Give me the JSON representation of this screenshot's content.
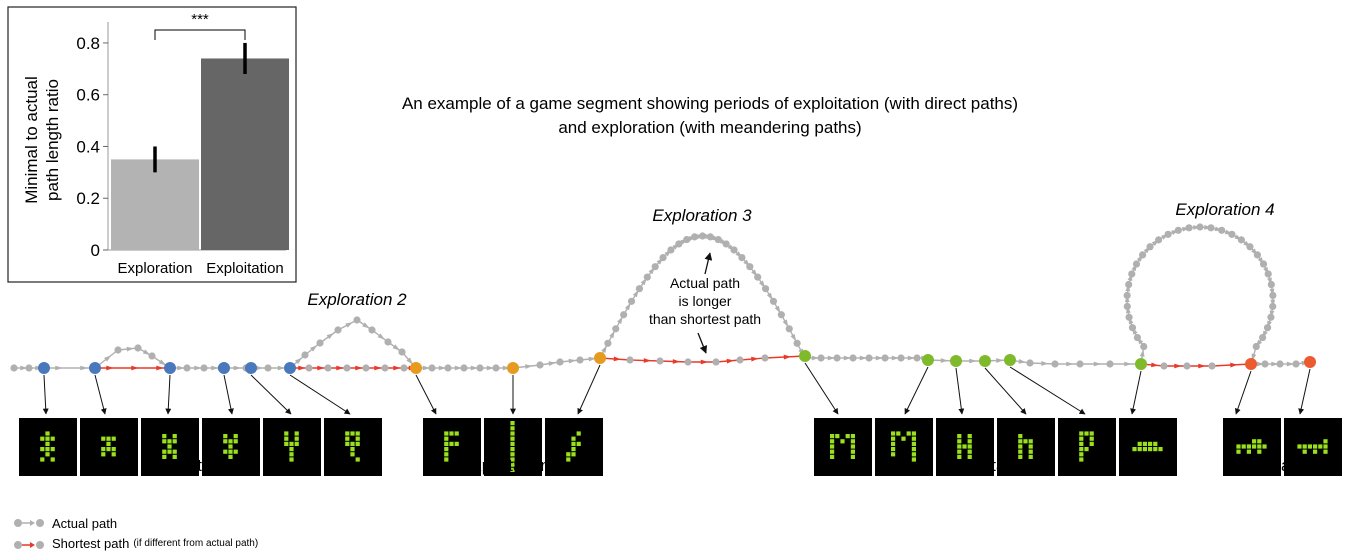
{
  "title": {
    "line1": "An example of a game segment showing periods of exploitation (with direct paths)",
    "line2": "and exploration (with meandering paths)"
  },
  "chart_data": {
    "type": "bar",
    "categories": [
      "Exploration",
      "Exploitation"
    ],
    "values": [
      0.35,
      0.74
    ],
    "errors": [
      0.05,
      0.06
    ],
    "colors": [
      "#b3b3b3",
      "#666666"
    ],
    "ylabel_line1": "Minimal to actual",
    "ylabel_line2": "path length ratio",
    "yticks": [
      "0",
      "0.2",
      "0.4",
      "0.6",
      "0.8"
    ],
    "ylim": [
      0,
      0.85
    ],
    "significance": "***"
  },
  "labels": {
    "exploration2": "Exploration 2",
    "exploration3": "Exploration 3",
    "exploration4": "Exploration 4",
    "annotation_line1": "Actual path",
    "annotation_line2": "is longer",
    "annotation_line3": "than shortest path",
    "exploitation1": "Exploitation 1",
    "exploitation2": "Exploitation 2",
    "exploitation3": "Exploitation 3",
    "exploitation4": "Exploitation 4"
  },
  "legend": {
    "actual": "Actual path",
    "shortest": "Shortest path",
    "shortest_note": "(if different from actual path)"
  },
  "colors": {
    "path_gray": "#b0b0b0",
    "shortest_red": "#e8392a",
    "exploitation1_node": "#4a78bd",
    "exploitation2_node": "#e59a20",
    "exploitation3_node": "#7fba2c",
    "exploitation4_node": "#ec5a30",
    "shape_green": "#9be01e"
  }
}
